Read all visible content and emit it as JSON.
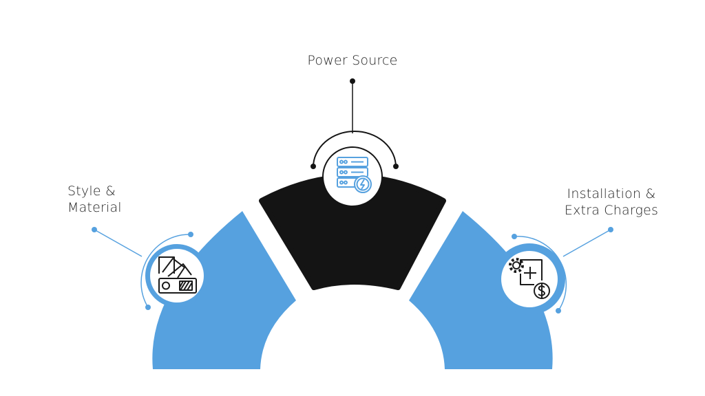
{
  "segments": [
    {
      "id": "style",
      "lines": [
        "Style &",
        "Material"
      ],
      "icon": "swatch-palette-icon"
    },
    {
      "id": "power",
      "lines": [
        "Power Source"
      ],
      "icon": "server-power-icon"
    },
    {
      "id": "install",
      "lines": [
        "Installation &",
        "Extra Charges"
      ],
      "icon": "gear-plus-dollar-icon"
    }
  ],
  "colors": {
    "blue": "#56a1df",
    "black": "#141414",
    "white": "#ffffff",
    "ink": "#1a1a1a"
  }
}
